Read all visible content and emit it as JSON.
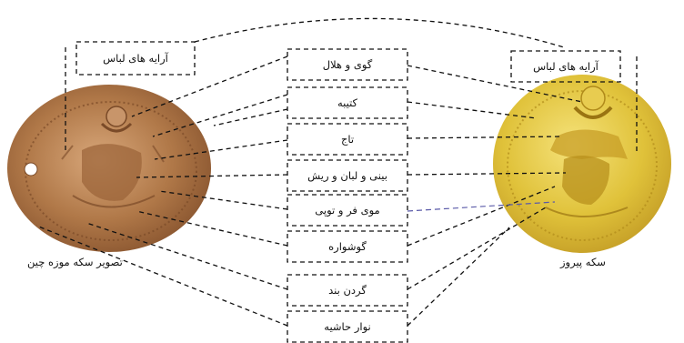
{
  "left_coin": {
    "caption": "تصویر سکه موزه چین",
    "box_label": "آرایه های لباس"
  },
  "right_coin": {
    "caption": "سکه پیروز",
    "box_label": "آرایه های لباس"
  },
  "features": [
    "گوی و هلال",
    "کتیبه",
    "تاج",
    "بینی و لبان و ریش",
    "موی فر و توپی",
    "گوشواره",
    "گردن بند",
    "نوار حاشیه"
  ],
  "colors": {
    "left_coin_base": "#b07848",
    "left_coin_light": "#d8a77a",
    "left_coin_dark": "#7a4a28",
    "right_coin_base": "#e0c23a",
    "right_coin_light": "#f5e27a",
    "right_coin_dark": "#b08a1a",
    "line": "#111111",
    "blue_line": "#5a5aa8"
  }
}
